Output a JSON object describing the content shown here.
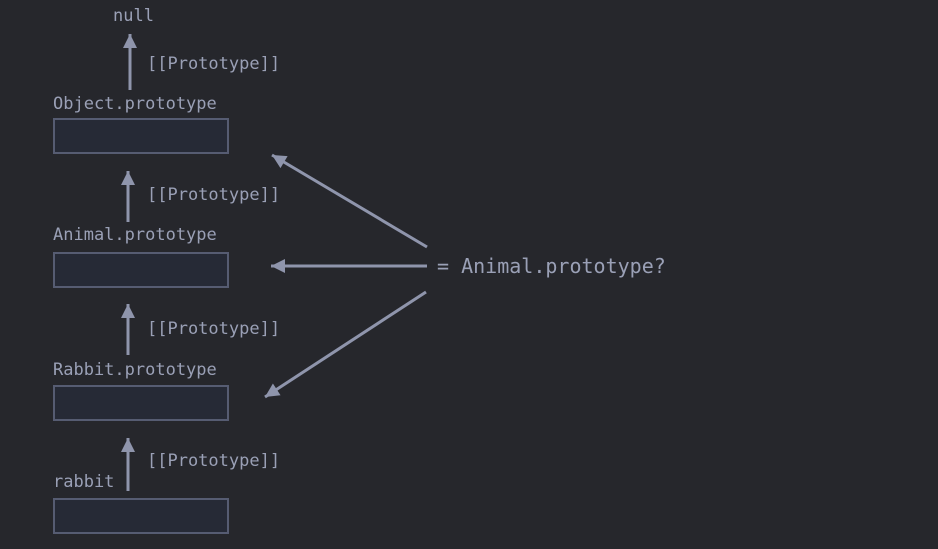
{
  "colors": {
    "background": "#26272c",
    "box_fill": "#262a36",
    "box_border": "#565c72",
    "text": "#9aa0b6",
    "arrow": "#8f95ac"
  },
  "chain": {
    "root_label": "null",
    "link_label": "[[Prototype]]",
    "nodes": [
      {
        "name": "Object.prototype"
      },
      {
        "name": "Animal.prototype"
      },
      {
        "name": "Rabbit.prototype"
      },
      {
        "name": "rabbit"
      }
    ]
  },
  "question": {
    "text": "= Animal.prototype?"
  }
}
